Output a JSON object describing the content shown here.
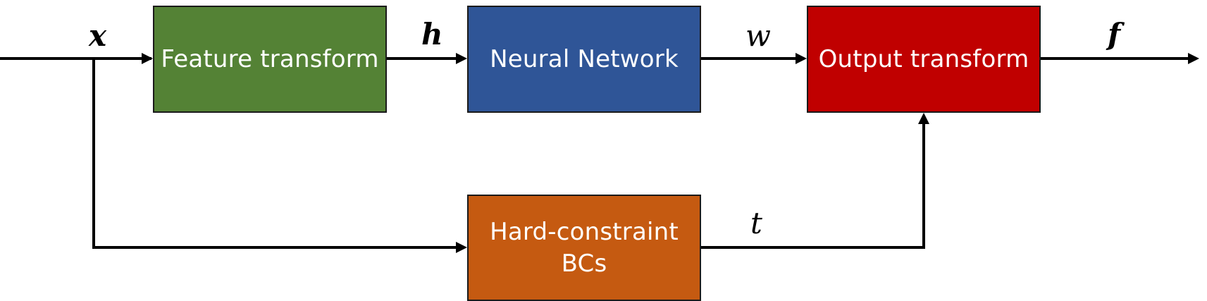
{
  "diagram": {
    "boxes": {
      "feature_transform": {
        "label": "Feature transform",
        "color": "#548235"
      },
      "neural_network": {
        "label": "Neural Network",
        "color": "#2F5597"
      },
      "output_transform": {
        "label": "Output transform",
        "color": "#C00000"
      },
      "hard_constraint": {
        "line1": "Hard-constraint",
        "line2": "BCs",
        "color": "#C55A11"
      }
    },
    "variables": {
      "x": "x",
      "h": "h",
      "w": "w",
      "f": "f",
      "t": "t"
    },
    "edges": [
      {
        "from": "input",
        "to": "feature_transform",
        "label": "x"
      },
      {
        "from": "feature_transform",
        "to": "neural_network",
        "label": "h"
      },
      {
        "from": "neural_network",
        "to": "output_transform",
        "label": "w"
      },
      {
        "from": "output_transform",
        "to": "output",
        "label": "f"
      },
      {
        "from": "input",
        "to": "hard_constraint",
        "label": ""
      },
      {
        "from": "hard_constraint",
        "to": "output_transform",
        "label": "t"
      }
    ],
    "line_color": "#000000"
  }
}
